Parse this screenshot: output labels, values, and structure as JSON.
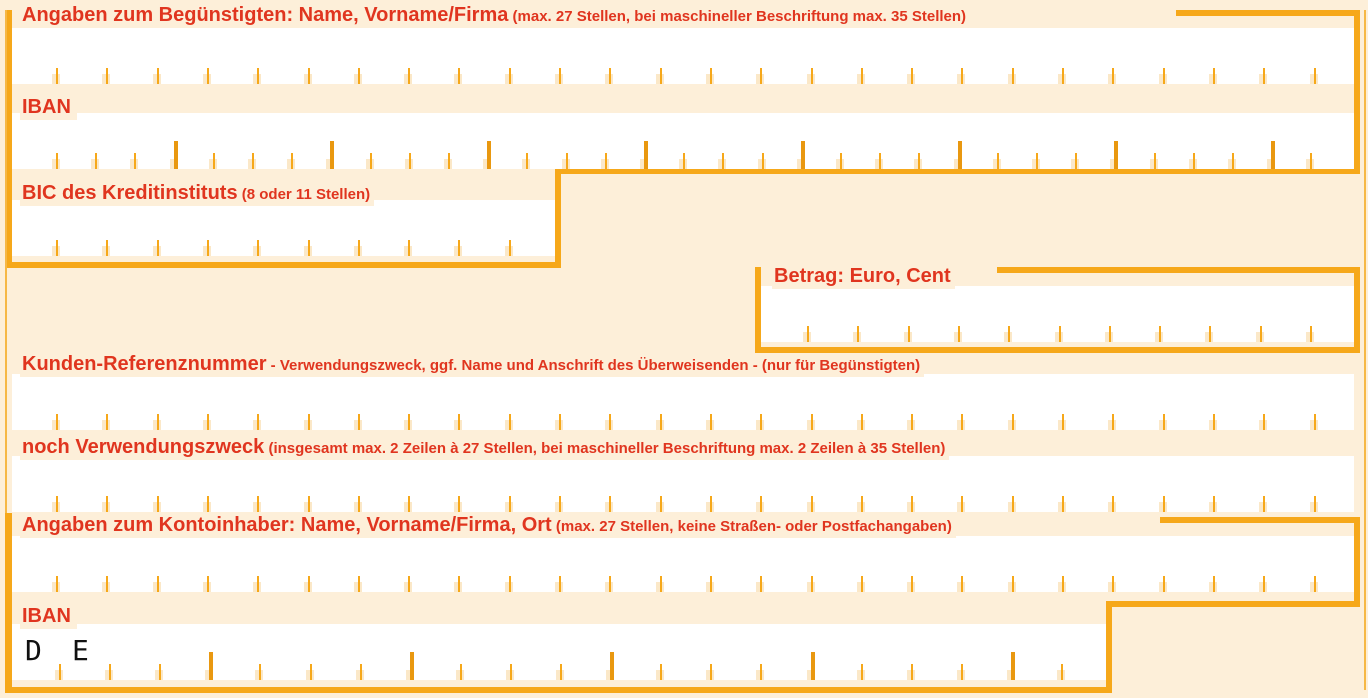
{
  "beguenstigter": {
    "title_bold": "Angaben zum Begünstigten:",
    "title_mid": " Name, Vorname/Firma",
    "title_small": " (max. 27 Stellen, bei maschineller Beschriftung max. 35 Stellen)"
  },
  "iban_beg": {
    "label": "IBAN"
  },
  "bic": {
    "title_mid": "BIC des Kreditinstituts",
    "title_small": " (8 oder 11 Stellen)"
  },
  "betrag": {
    "label": "Betrag: Euro, Cent"
  },
  "referenz": {
    "title_mid": "Kunden-Referenznummer",
    "title_small": " - Verwendungszweck, ggf. Name und Anschrift des Überweisenden - (nur für Begünstigten)"
  },
  "verwendung": {
    "title_mid": "noch Verwendungszweck",
    "title_small": " (insgesamt max. 2 Zeilen à 27 Stellen, bei maschineller Beschriftung max. 2 Zeilen à 35 Stellen)"
  },
  "kontoinhaber": {
    "title_bold": "Angaben zum Kontoinhaber:",
    "title_mid": " Name, Vorname/Firma, Ort",
    "title_small": " (max. 27 Stellen, keine Straßen- oder Postfachangaben)"
  },
  "iban_kto": {
    "label": "IBAN",
    "prefilled": [
      "D",
      "E"
    ]
  },
  "colors": {
    "orange": "#f6a81a",
    "red_text": "#e0351f",
    "background": "#fdefd9"
  }
}
